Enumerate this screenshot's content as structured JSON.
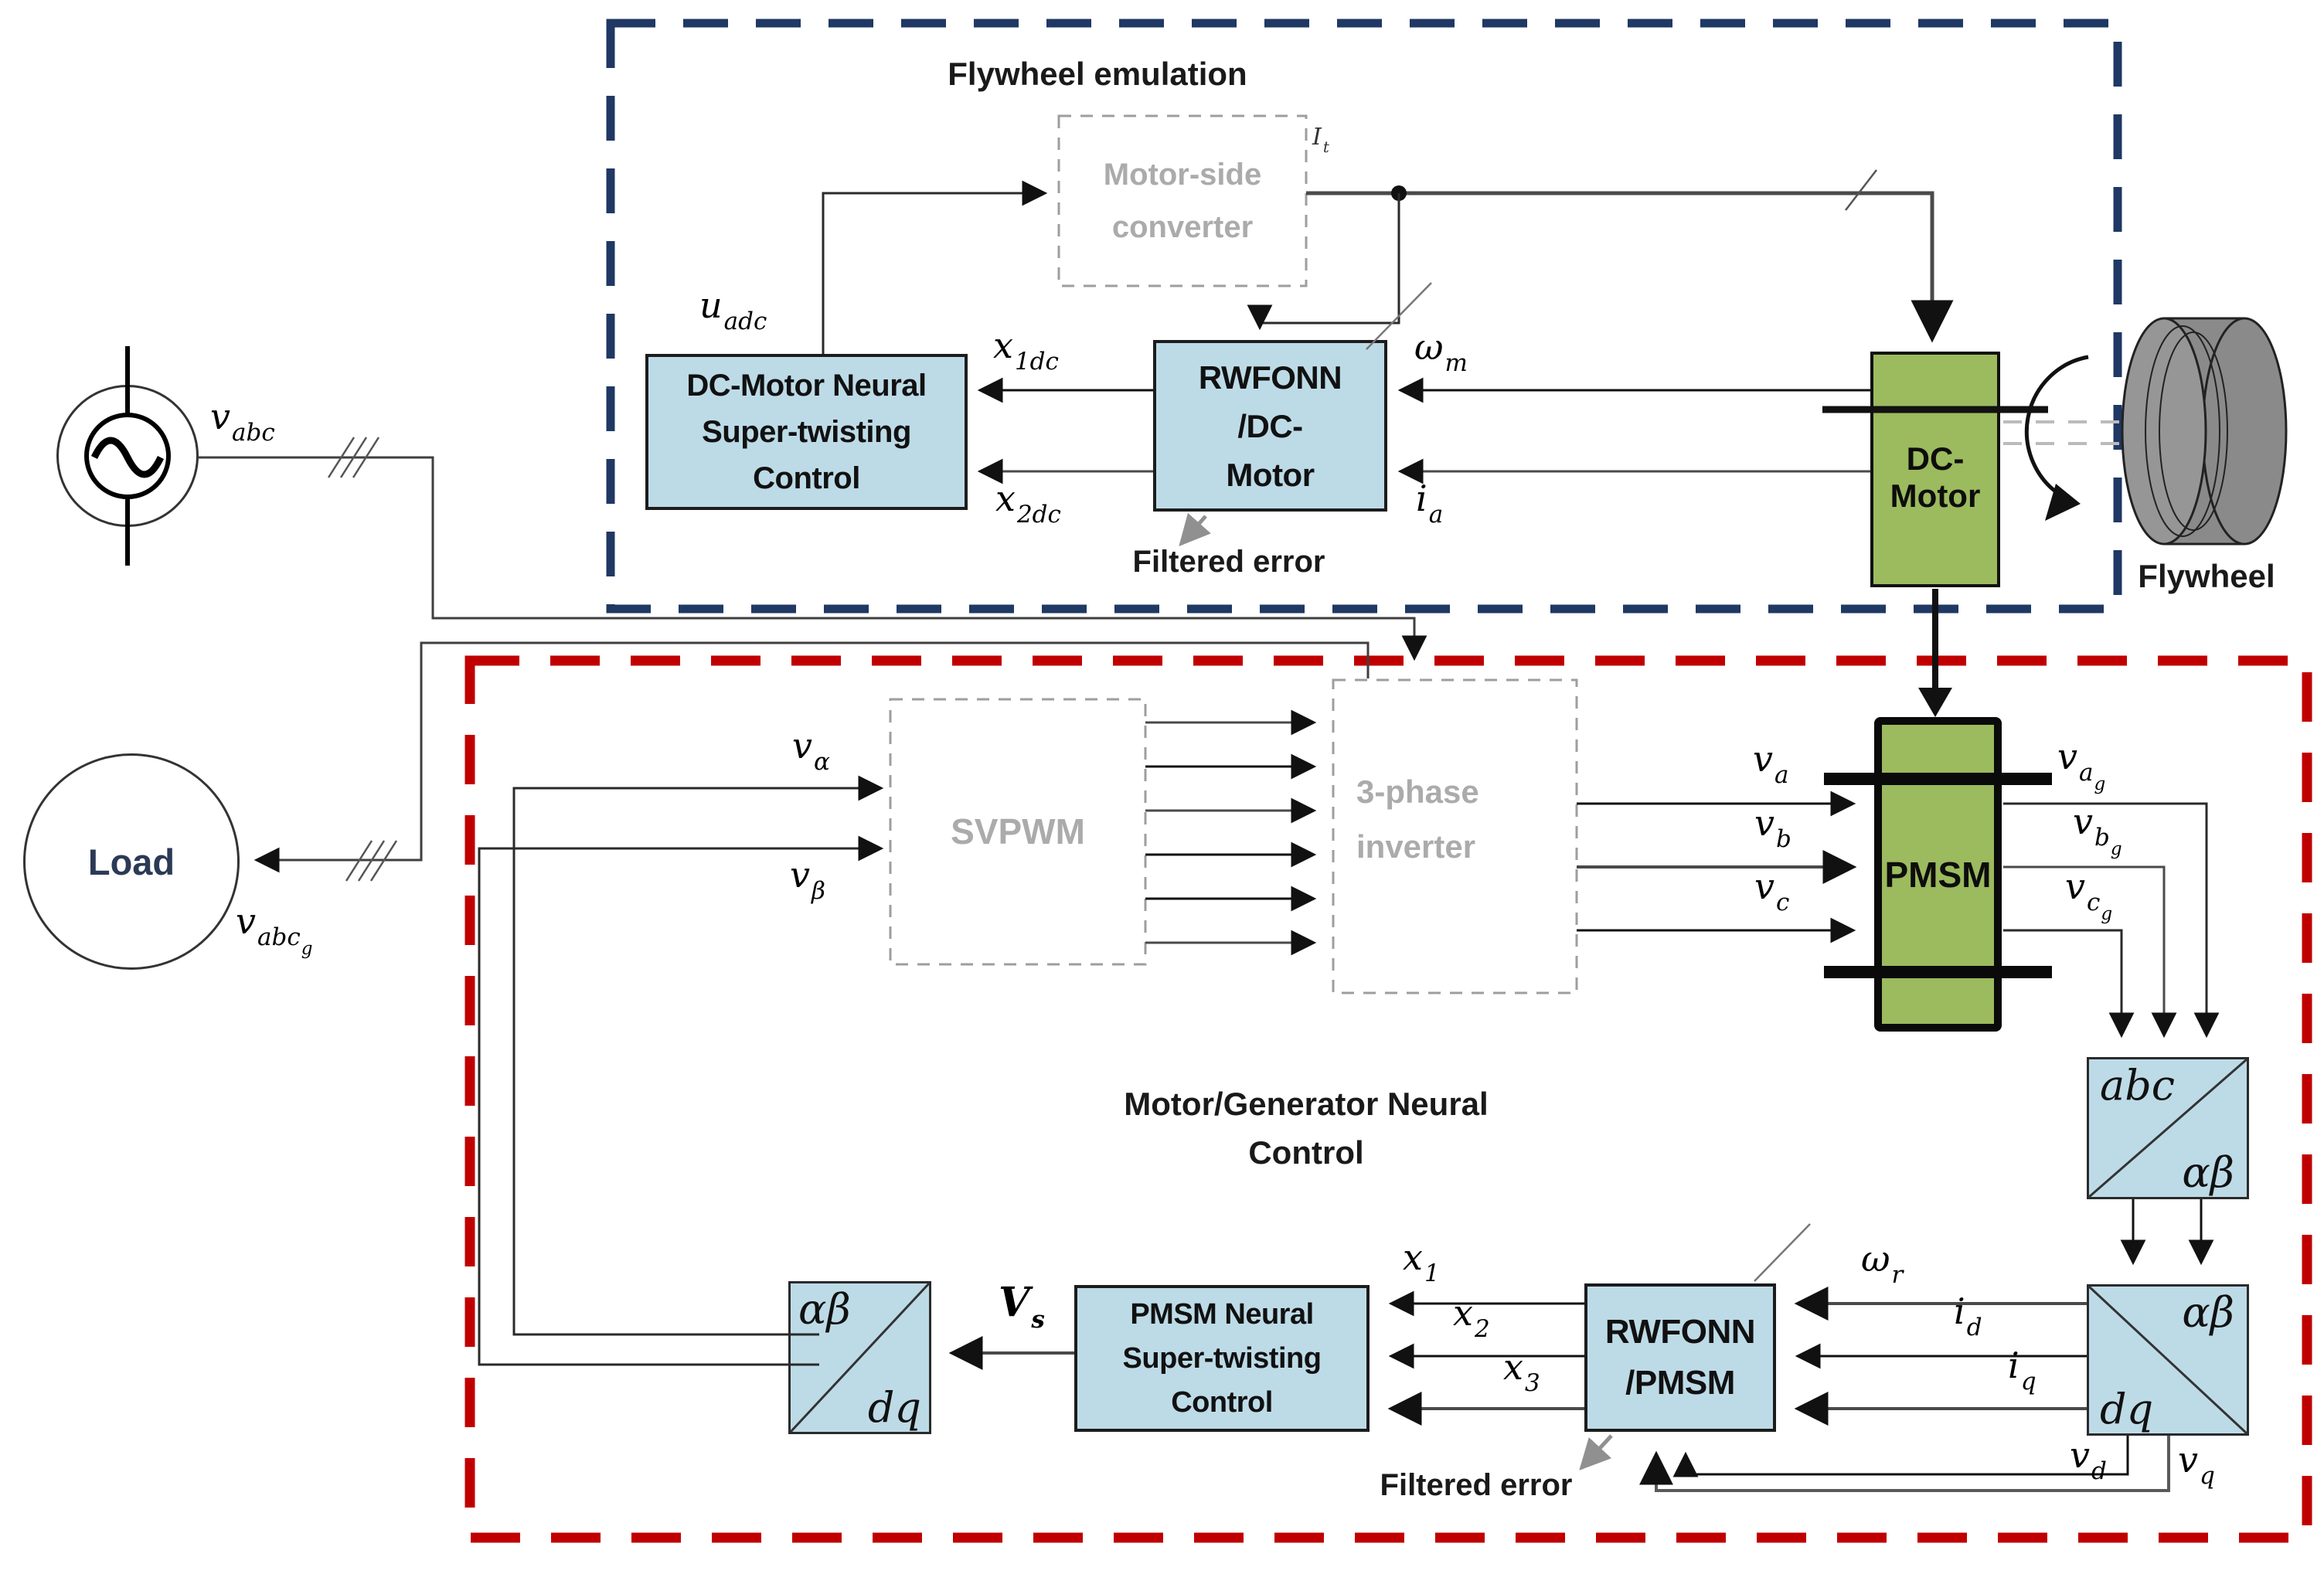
{
  "colors": {
    "group_blue": "#1F3864",
    "group_red": "#C00000",
    "block_blue_fill": "#BDDBE7",
    "block_green_fill": "#9CBA5E",
    "gray_block_text": "#ABABAB",
    "wire_gray": "#3F3F3F"
  },
  "groups": {
    "flywheel": {
      "title": "Flywheel emulation"
    },
    "motor_generator": {
      "title1": "Motor/Generator Neural",
      "title2": "Control"
    }
  },
  "blocks": {
    "load": {
      "label": "Load"
    },
    "converter": {
      "l1": "Motor-side",
      "l2": "converter"
    },
    "dc_stc": {
      "l1": "DC-Motor Neural",
      "l2": "Super-twisting",
      "l3": "Control"
    },
    "rwfonn_dc": {
      "l1": "RWFONN",
      "l2": "/DC-",
      "l3": "Motor"
    },
    "dc_motor": {
      "label": "DC-Motor"
    },
    "flywheel": {
      "label": "Flywheel"
    },
    "svpwm": {
      "label": "SVPWM"
    },
    "inverter": {
      "l1": "3-phase",
      "l2": "inverter"
    },
    "pmsm": {
      "label": "PMSM"
    },
    "abc_ab": {
      "a": "abc",
      "b": "αβ"
    },
    "ab_dq_r": {
      "a": "αβ",
      "b": "dq"
    },
    "ab_dq_l": {
      "a": "αβ",
      "b": "dq"
    },
    "pmsm_stc": {
      "l1": "PMSM Neural",
      "l2": "Super-twisting",
      "l3": "Control"
    },
    "rwfonn_pmsm": {
      "l1": "RWFONN",
      "l2": "/PMSM"
    }
  },
  "signals": {
    "v_abc": {
      "b": "v",
      "s": "abc"
    },
    "v_abc_g": {
      "b": "v",
      "s": "abc",
      "ss": "g"
    },
    "u_adc": {
      "b": "u",
      "s": "adc"
    },
    "i_t": {
      "b": "I",
      "s": "t"
    },
    "x_1dc": {
      "b": "x",
      "s": "1dc"
    },
    "x_2dc": {
      "b": "x",
      "s": "2dc"
    },
    "w_m": {
      "b": "ω",
      "s": "m"
    },
    "i_a": {
      "b": "i",
      "s": "a"
    },
    "v_al": {
      "b": "v",
      "s": "α"
    },
    "v_be": {
      "b": "v",
      "s": "β"
    },
    "v_a": {
      "b": "v",
      "s": "a"
    },
    "v_b": {
      "b": "v",
      "s": "b"
    },
    "v_c": {
      "b": "v",
      "s": "c"
    },
    "v_ag": {
      "b": "v",
      "s": "a",
      "ss": "g"
    },
    "v_bg": {
      "b": "v",
      "s": "b",
      "ss": "g"
    },
    "v_cg": {
      "b": "v",
      "s": "c",
      "ss": "g"
    },
    "x_1": {
      "b": "x",
      "s": "1"
    },
    "x_2": {
      "b": "x",
      "s": "2"
    },
    "x_3": {
      "b": "x",
      "s": "3"
    },
    "w_r": {
      "b": "ω",
      "s": "r"
    },
    "i_d": {
      "b": "i",
      "s": "d"
    },
    "i_q": {
      "b": "i",
      "s": "q"
    },
    "v_d": {
      "b": "v",
      "s": "d"
    },
    "v_q": {
      "b": "v",
      "s": "q"
    },
    "V_s": {
      "b": "V",
      "s": "s"
    }
  },
  "annotations": {
    "filtered_error_dc": "Filtered error",
    "filtered_error_pmsm": "Filtered error"
  }
}
